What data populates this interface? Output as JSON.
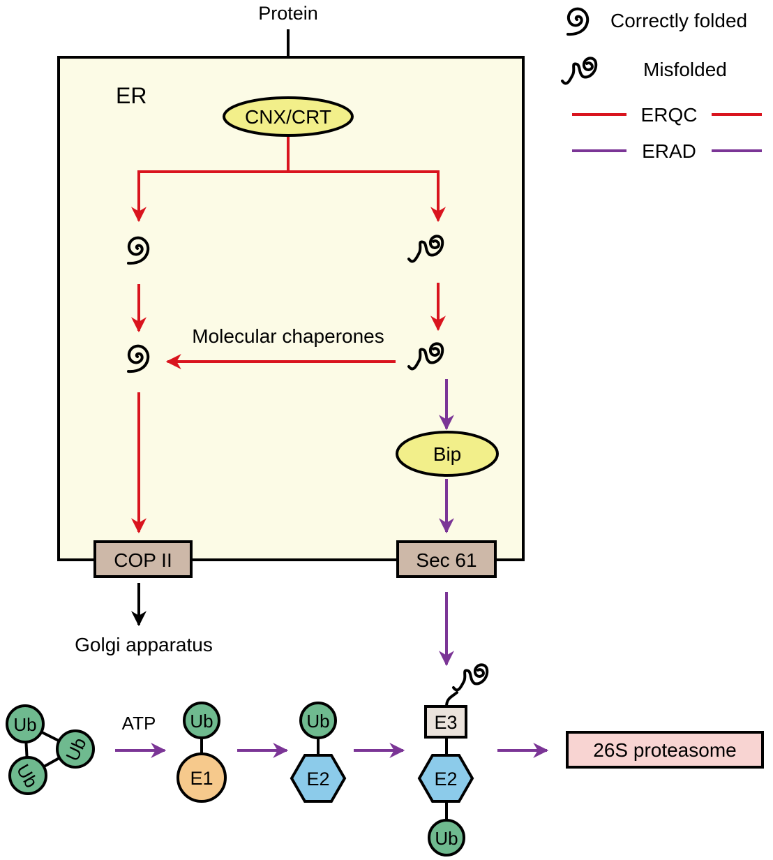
{
  "labels": {
    "protein": "Protein",
    "er": "ER",
    "cnx_crt": "CNX/CRT",
    "molecular_chaperones": "Molecular chaperones",
    "bip": "Bip",
    "cop2": "COP II",
    "sec61": "Sec 61",
    "golgi": "Golgi apparatus",
    "atp": "ATP",
    "ub": "Ub",
    "e1": "E1",
    "e2": "E2",
    "e3": "E3",
    "proteasome": "26S proteasome"
  },
  "legend": {
    "correctly_folded": "Correctly folded",
    "misfolded": "Misfolded",
    "erqc": "ERQC",
    "erad": "ERAD"
  },
  "colors": {
    "erqc": "#d9141e",
    "erad": "#7b3596",
    "er_fill": "#fcfbe6",
    "chaperone_fill": "#f2ef8a",
    "port_fill": "#cdb8a8",
    "ub_fill": "#6fba8f",
    "e1_fill": "#f6c98c",
    "e2_fill": "#8ccbea",
    "proteasome_fill": "#f8d4d2"
  },
  "icons": [
    "correctly-folded-icon",
    "misfolded-icon",
    "ubiquitin-icon"
  ]
}
